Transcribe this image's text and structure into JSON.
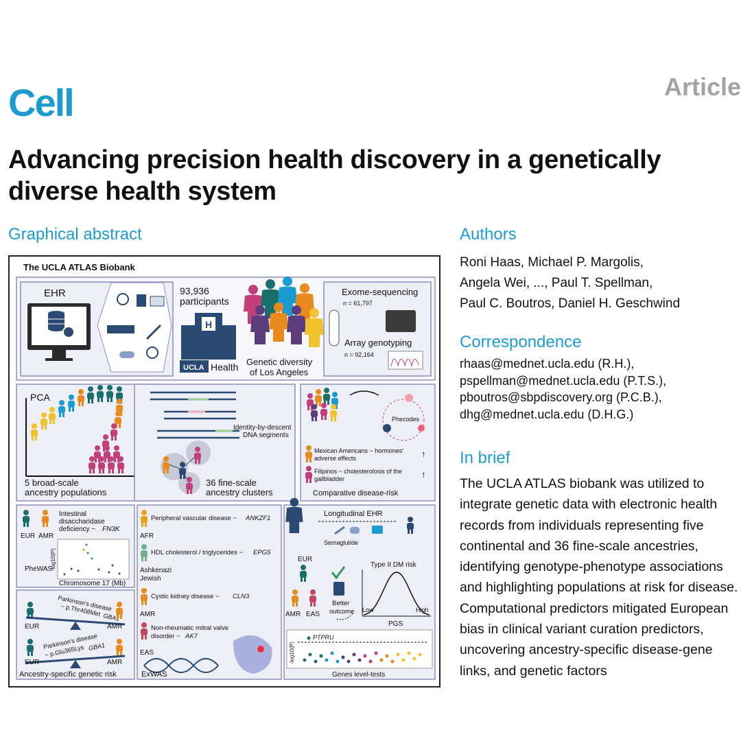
{
  "header": {
    "journal": "Cell",
    "article_type": "Article",
    "title": "Advancing precision health discovery in a genetically diverse health system"
  },
  "graphical_abstract": {
    "heading": "Graphical abstract",
    "biobank_title": "The UCLA ATLAS Biobank",
    "ehr": "EHR",
    "participants_count": "93,936",
    "participants_label": "participants",
    "ucla": "UCLA",
    "health": "Health",
    "diversity_line1": "Genetic diversity",
    "diversity_line2": "of Los Angeles",
    "exome_label": "Exome-sequencing",
    "exome_n": "n = 61,797",
    "array_label": "Array genotyping",
    "array_n": "n = 92,164",
    "pca": "PCA",
    "broad_line1": "5 broad-scale",
    "broad_line2": "ancestry populations",
    "ibd_line1": "Identity-by-descent",
    "ibd_line2": "DNA segments",
    "fine_line1": "36 fine-scale",
    "fine_line2": "ancestry clusters",
    "phecodes": "Phecodes",
    "mex_line1": "Mexican Americans ~ hormones'",
    "mex_line2": "adverse effects",
    "fil_line1": "Filipinos  ~ cholesterolosis of the",
    "fil_line2": "gallbladder",
    "comparative": "Comparative disease-risk",
    "eur": "EUR",
    "amr": "AMR",
    "afr": "AFR",
    "eas": "EAS",
    "ashkenazi_line1": "Ashkenazi",
    "ashkenazi_line2": "Jewish",
    "intestinal_line1": "Intestinal",
    "intestinal_line2": "disaccharidase",
    "intestinal_line3": "deficiency ~",
    "fn3k": "FN3K",
    "neglogp": "-log10(P)",
    "chromosome": "Chromosome 17 (Mb)",
    "phewas": "PheWAS",
    "pd1_line1": "Parkinson's disease",
    "pd1_line2": "~ p.Thr408Met",
    "pd2_line1": "Parkinson's disease",
    "pd2_line2": "~ p.Glu365Lys",
    "gba1": "GBA1",
    "ancestry_specific": "Ancestry-specific genetic risk",
    "pvd": "Peripheral vascular disease ~",
    "ankzf1": "ANKZF1",
    "hdl": "HDL cholesterol / triglycerides ~",
    "epg5": "EPG5",
    "ckd": "Cystic kidney disease  ~",
    "cln3": "CLN3",
    "mitral_line1": "Non-rheumatic mitral valve",
    "mitral_line2": "disorder  ~",
    "ak7": "AK7",
    "exwas": "ExWAS",
    "longitudinal": "Longitudinal EHR",
    "semaglutide": "Semaglutide",
    "better_line1": "Better",
    "better_line2": "outcome",
    "dm_risk": "Type II DM risk",
    "low": "Low",
    "high": "High",
    "pgs": "PGS",
    "ptpru": "PTPRU",
    "genes_level": "Genes level-tests",
    "colors": {
      "panel_bg": "#edeef6",
      "panel_border": "#8a8fbf",
      "eur": "#1a6e6e",
      "amr": "#e88a1e",
      "afr": "#e8a31e",
      "eas": "#c0475e",
      "ashkenazi": "#6fae8f",
      "purple": "#5a3d7a",
      "yellow": "#f2c12e",
      "magenta": "#c23f7a",
      "navy": "#2b4a73"
    }
  },
  "authors": {
    "heading": "Authors",
    "lines": [
      "Roni Haas, Michael P. Margolis,",
      "Angela Wei, ..., Paul T. Spellman,",
      "Paul C. Boutros, Daniel H. Geschwind"
    ]
  },
  "correspondence": {
    "heading": "Correspondence",
    "lines": [
      "rhaas@mednet.ucla.edu (R.H.),",
      "pspellman@mednet.ucla.edu (P.T.S.),",
      "pboutros@sbpdiscovery.org (P.C.B.),",
      "dhg@mednet.ucla.edu (D.H.G.)"
    ]
  },
  "in_brief": {
    "heading": "In brief",
    "text": "The UCLA ATLAS biobank was utilized to integrate genetic data with electronic health records from individuals representing five continental and 36 fine-scale ancestries, identifying genotype-phenotype associations and highlighting populations at risk for disease. Computational predictors mitigated European bias in clinical variant curation predictors, uncovering ancestry-specific disease-gene links, and genetic factors"
  }
}
